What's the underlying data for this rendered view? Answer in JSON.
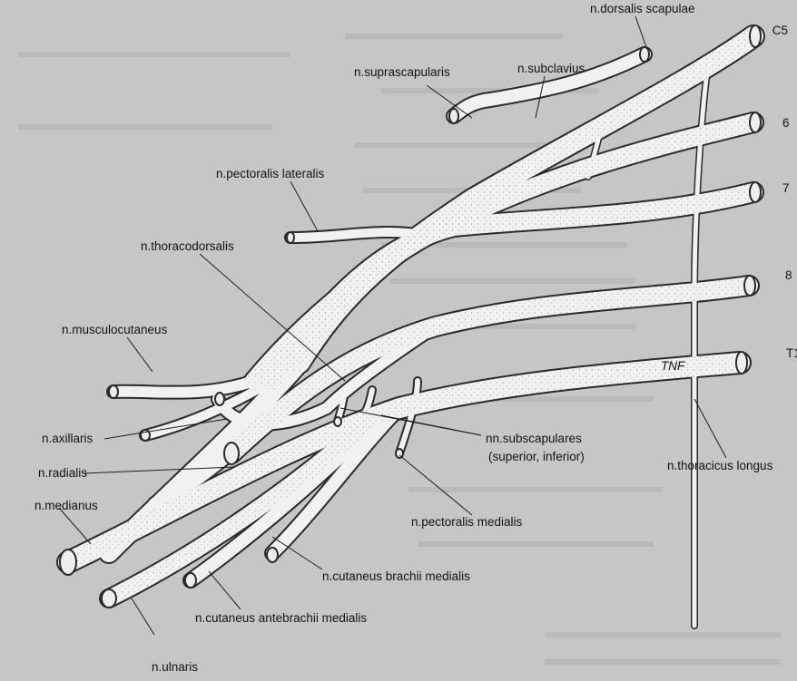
{
  "labels": {
    "dorsalis_scapulae": "n.dorsalis scapulae",
    "suprascapularis": "n.suprascapularis",
    "subclavius": "n.subclavius",
    "pectoralis_lateralis": "n.pectoralis lateralis",
    "thoracodorsalis": "n.thoracodorsalis",
    "musculocutaneus": "n.musculocutaneus",
    "axillaris": "n.axillaris",
    "radialis": "n.radialis",
    "medianus": "n.medianus",
    "subscapulares": "nn.subscapulares",
    "subscapulares_sub": "(superior, inferior)",
    "pectoralis_medialis": "n.pectoralis medialis",
    "cutaneus_brachii": "n.cutaneus brachii medialis",
    "cutaneus_antebrachii": "n.cutaneus antebrachii medialis",
    "ulnaris": "n.ulnaris",
    "thoracicus_longus": "n.thoracicus longus",
    "root_c5": "C5",
    "root_6": "6",
    "root_7": "7",
    "root_8": "8",
    "root_t1": "T1",
    "initials": "TNF"
  }
}
